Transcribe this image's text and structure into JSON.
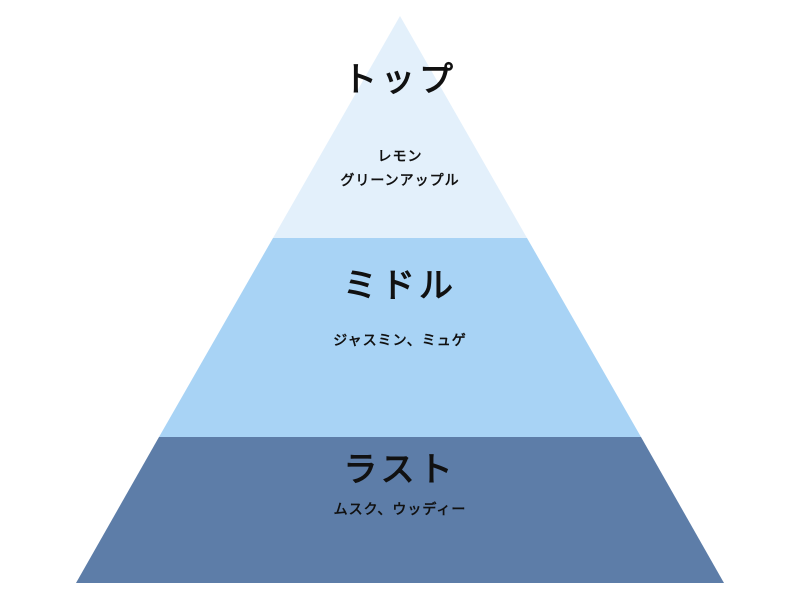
{
  "tiers": [
    {
      "id": "top",
      "title": "トップ",
      "notes": [
        "レモン",
        "グリーンアップル"
      ],
      "color": "#E3F0FB"
    },
    {
      "id": "middle",
      "title": "ミドル",
      "notes": [
        "ジャスミン、ミュゲ"
      ],
      "color": "#A8D3F5"
    },
    {
      "id": "last",
      "title": "ラスト",
      "notes": [
        "ムスク、ウッディー"
      ],
      "color": "#5D7DA8"
    }
  ]
}
